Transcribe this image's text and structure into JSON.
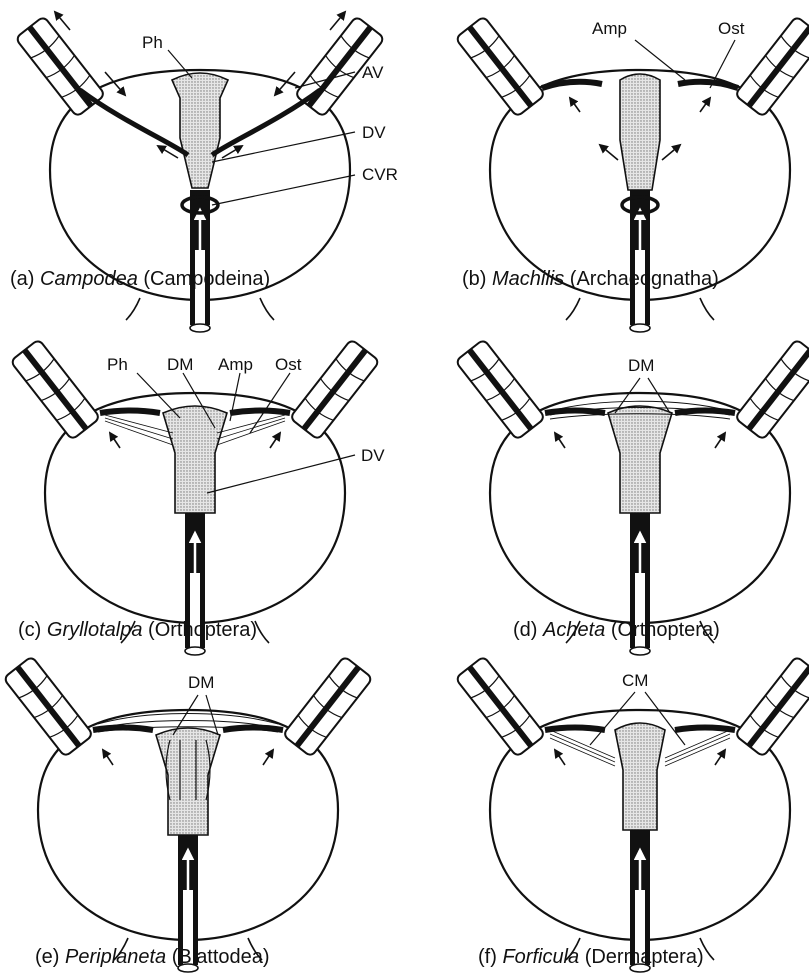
{
  "figure": {
    "panels": [
      {
        "id": "a",
        "caption": {
          "prefix": "(a) ",
          "genus": "Campodea",
          "group": " (Campodeina)"
        },
        "labels": {
          "ph": "Ph",
          "av": "AV",
          "dv": "DV",
          "cvr": "CVR"
        }
      },
      {
        "id": "b",
        "caption": {
          "prefix": "(b) ",
          "genus": "Machilis",
          "group": " (Archaeognatha)"
        },
        "labels": {
          "amp": "Amp",
          "ost": "Ost"
        }
      },
      {
        "id": "c",
        "caption": {
          "prefix": "(c) ",
          "genus": "Gryllotalpa",
          "group": " (Orthoptera)"
        },
        "labels": {
          "ph": "Ph",
          "dm": "DM",
          "amp": "Amp",
          "ost": "Ost",
          "dv": "DV"
        }
      },
      {
        "id": "d",
        "caption": {
          "prefix": "(d) ",
          "genus": "Acheta",
          "group": " (Orthoptera)"
        },
        "labels": {
          "dm": "DM"
        }
      },
      {
        "id": "e",
        "caption": {
          "prefix": "(e) ",
          "genus": "Periplaneta",
          "group": " (Blattodea)"
        },
        "labels": {
          "dm": "DM"
        }
      },
      {
        "id": "f",
        "caption": {
          "prefix": "(f) ",
          "genus": "Forficula",
          "group": " (Dermaptera)"
        },
        "labels": {
          "cm": "CM"
        }
      }
    ],
    "colors": {
      "ink": "#111111",
      "stipple": "#c8c8c8",
      "paper": "#ffffff"
    }
  }
}
